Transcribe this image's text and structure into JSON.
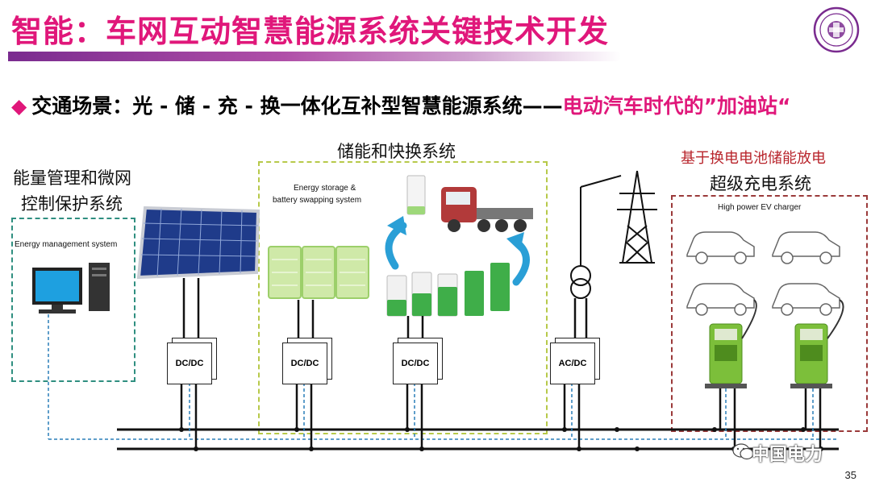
{
  "header": {
    "title": "智能：车网互动智慧能源系统关键技术开发",
    "subtitle_lead": "交通场景：光 - 储 - 充 - 换一体化互补型智慧能源系统——",
    "subtitle_highlight": "电动汽车时代的”加油站“"
  },
  "diagram": {
    "ems_label_line1": "能量管理和微网",
    "ems_label_line2": "控制保护系统",
    "ems_box_label": "Energy management system",
    "storage_label": "储能和快换系统",
    "storage_box_label_line1": "Energy storage &",
    "storage_box_label_line2": "battery swapping  system",
    "charger_note": "基于换电电池储能放电",
    "charger_label": "超级充电系统",
    "charger_box_label": "High power EV charger",
    "converters": [
      "DC/DC",
      "DC/DC",
      "DC/DC",
      "AC/DC"
    ]
  },
  "colors": {
    "title": "#e0177a",
    "accent_rule": "#7a2b8f",
    "ems_border": "#2f8f80",
    "storage_border": "#b7c94a",
    "charger_border": "#9b3a3a",
    "battery_green": "#3fae49",
    "arrow_blue": "#2a9fd6",
    "charger_green": "#7cbf3a"
  },
  "footer": {
    "watermark": "中国电力",
    "page_number": "35"
  }
}
